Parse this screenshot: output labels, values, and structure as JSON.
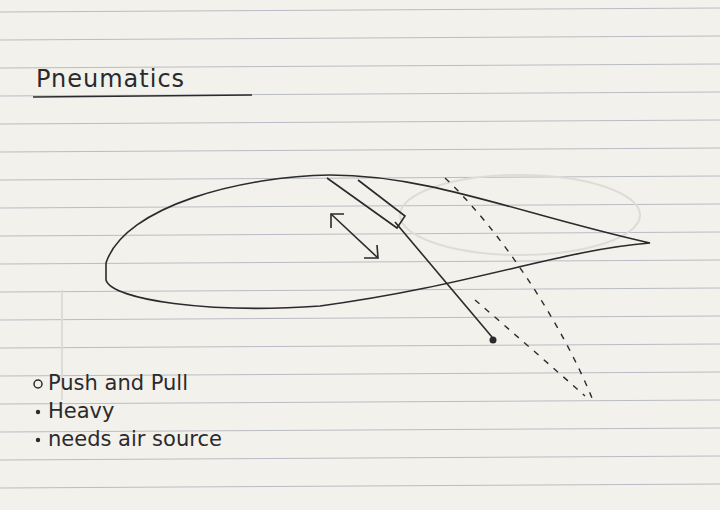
{
  "diagram": {
    "title": "Pneumatics",
    "labels": [
      "Push and Pull",
      "Heavy",
      "needs air source"
    ]
  }
}
